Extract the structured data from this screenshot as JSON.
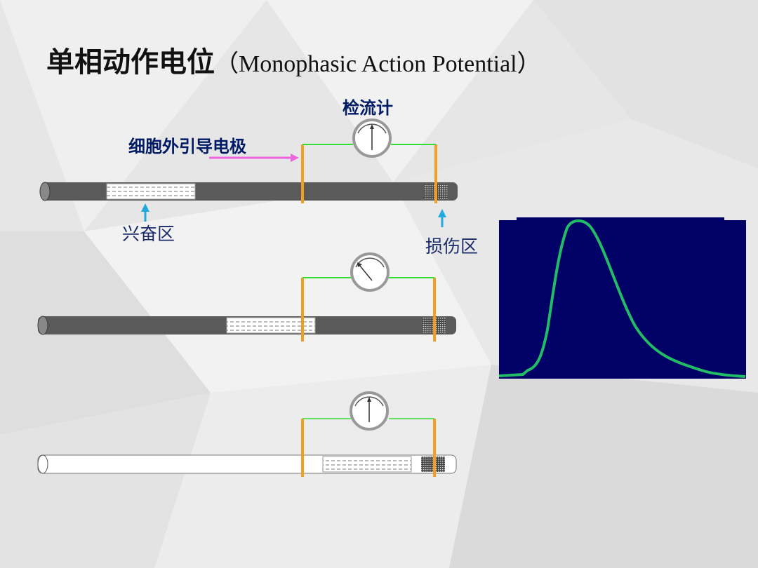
{
  "title": {
    "chinese": "单相动作电位",
    "english": "（Monophasic Action Potential）"
  },
  "labels": {
    "galvanometer": "检流计",
    "extracellular_electrode": "细胞外引导电极",
    "excited_region": "兴奋区",
    "injured_region": "损伤区"
  },
  "colors": {
    "nerve_dark": "#5a5a5a",
    "nerve_light": "#ffffff",
    "electrode": "#f0a020",
    "wire": "#33dd33",
    "arrow_pink": "#ee66dd",
    "arrow_blue": "#22aadd",
    "trace_bg": "#000066",
    "trace_line": "#22bb66"
  },
  "panels": [
    {
      "needle": "up",
      "nerve_state": "dark",
      "excited_segment": "near-left"
    },
    {
      "needle": "left",
      "nerve_state": "dark",
      "excited_segment": "middle"
    },
    {
      "needle": "up",
      "nerve_state": "light",
      "excited_segment": "near-right"
    }
  ],
  "trace": {
    "shape": "monophasic-peak"
  }
}
